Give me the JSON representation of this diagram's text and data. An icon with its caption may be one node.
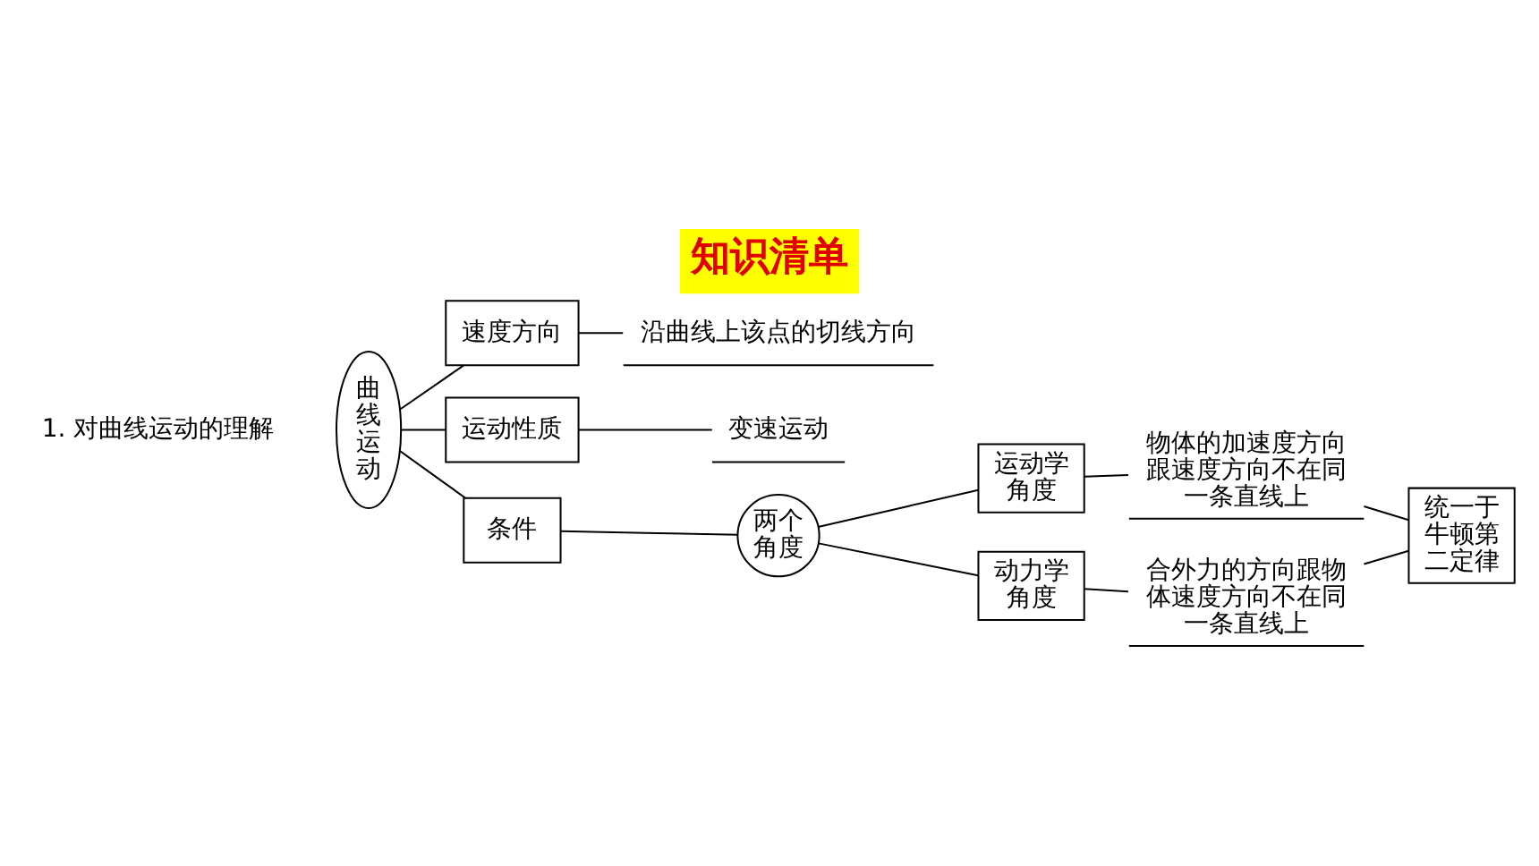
{
  "diagram": {
    "title": "知识清单",
    "nodes": [
      {
        "text": [
          "曲线运动"
        ]
      },
      {
        "text": [
          "速度方向"
        ]
      },
      {
        "text": [
          "沿曲线上该点的切线方向"
        ]
      },
      {
        "text": [
          "运动性质"
        ]
      },
      {
        "text": [
          "变速运动"
        ]
      },
      {
        "text": [
          "条件"
        ]
      },
      {
        "text": [
          "两个角度"
        ]
      },
      {
        "text": [
          "运动学角度"
        ]
      },
      {
        "text": [
          "物体的加速度方向跟速度方向不在同一条直线上"
        ]
      },
      {
        "text": [
          "动力学角度"
        ]
      },
      {
        "text": [
          "合外力的方向跟物体速度方向不在同一条直线上"
        ]
      },
      {
        "text": [
          "统一于牛顿第二定律"
        ]
      }
    ],
    "edges": [
      {
        "from": 0,
        "to": 1,
        "arrow": "none"
      },
      {
        "from": 0,
        "to": 3,
        "arrow": "none"
      },
      {
        "from": 0,
        "to": 5,
        "arrow": "none"
      },
      {
        "from": 1,
        "to": 2,
        "arrow": "none"
      },
      {
        "from": 3,
        "to": 4,
        "arrow": "none"
      },
      {
        "from": 5,
        "to": 6,
        "arrow": "none"
      },
      {
        "from": 6,
        "to": 7,
        "arrow": "none"
      },
      {
        "from": 6,
        "to": 9,
        "arrow": "none"
      },
      {
        "from": 7,
        "to": 8,
        "arrow": "none"
      },
      {
        "from": 9,
        "to": 10,
        "arrow": "none"
      },
      {
        "from": 8,
        "to": 11,
        "arrow": "none"
      },
      {
        "from": 10,
        "to": 11,
        "arrow": "none"
      }
    ],
    "labels": [
      "1. 对曲线运动的理解"
    ]
  }
}
